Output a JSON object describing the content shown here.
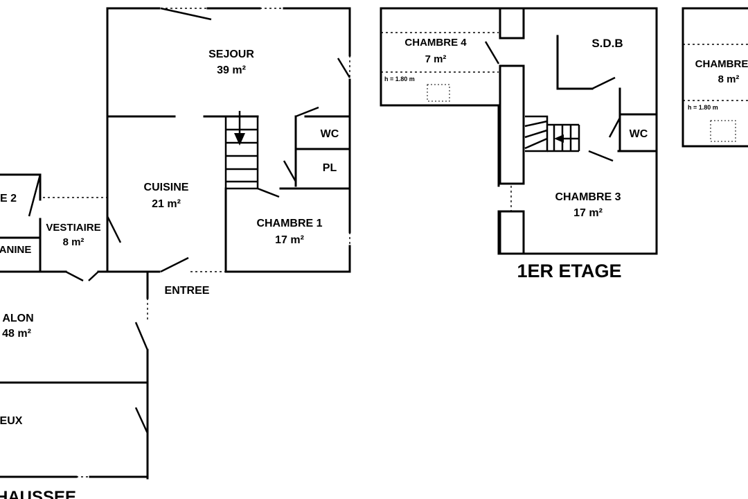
{
  "rooms": {
    "sejour": {
      "name": "SEJOUR",
      "area": "39 m²"
    },
    "cuisine": {
      "name": "CUISINE",
      "area": "21 m²"
    },
    "chambre1": {
      "name": "CHAMBRE 1",
      "area": "17 m²"
    },
    "wc_rdc": {
      "name": "WC"
    },
    "pl": {
      "name": "PL"
    },
    "vestiaire": {
      "name": "VESTIAIRE",
      "area": "8 m²"
    },
    "chambre2_partial": {
      "name": "E 2"
    },
    "mezzanine_partial": {
      "name": "ANINE"
    },
    "entree": {
      "name": "ENTREE"
    },
    "salon_partial": {
      "name": "ALON",
      "area": "48 m²"
    },
    "jeux_partial": {
      "name": "EUX"
    },
    "chambre4": {
      "name": "CHAMBRE 4",
      "area": "7 m²",
      "height_note": "h = 1.80 m"
    },
    "sdb": {
      "name": "S.D.B"
    },
    "wc_etage": {
      "name": "WC"
    },
    "chambre3": {
      "name": "CHAMBRE 3",
      "area": "17 m²"
    },
    "chambre5_partial": {
      "name": "CHAMBRE",
      "area": "8 m²",
      "height_note": "h = 1.80 m"
    }
  },
  "levels": {
    "first_floor": "1ER ETAGE",
    "ground_floor_partial": "HAUSSEE"
  }
}
